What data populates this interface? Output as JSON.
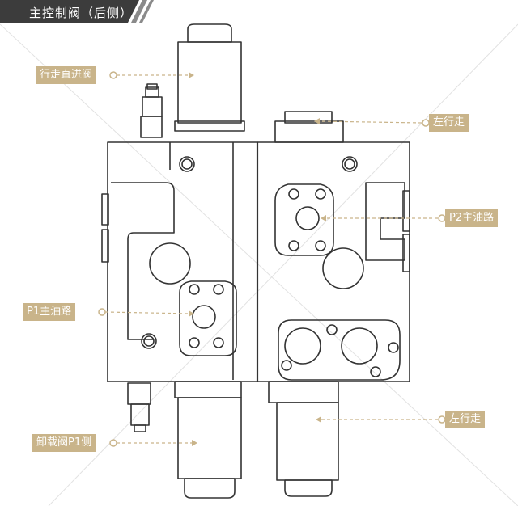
{
  "header": {
    "title": "主控制阀（后侧）"
  },
  "callouts": {
    "forward_valve": "行走直进阀",
    "left_travel_top": "左行走",
    "p2_main": "P2主油路",
    "p1_main": "P1主油路",
    "left_travel_bottom": "左行走",
    "unload_valve": "卸载阀P1侧"
  },
  "colors": {
    "accent": "#c9b48a",
    "title_bg": "#3c3c3c",
    "line": "#333333"
  },
  "icons": {
    "corner": "chevron-stripes-icon"
  }
}
